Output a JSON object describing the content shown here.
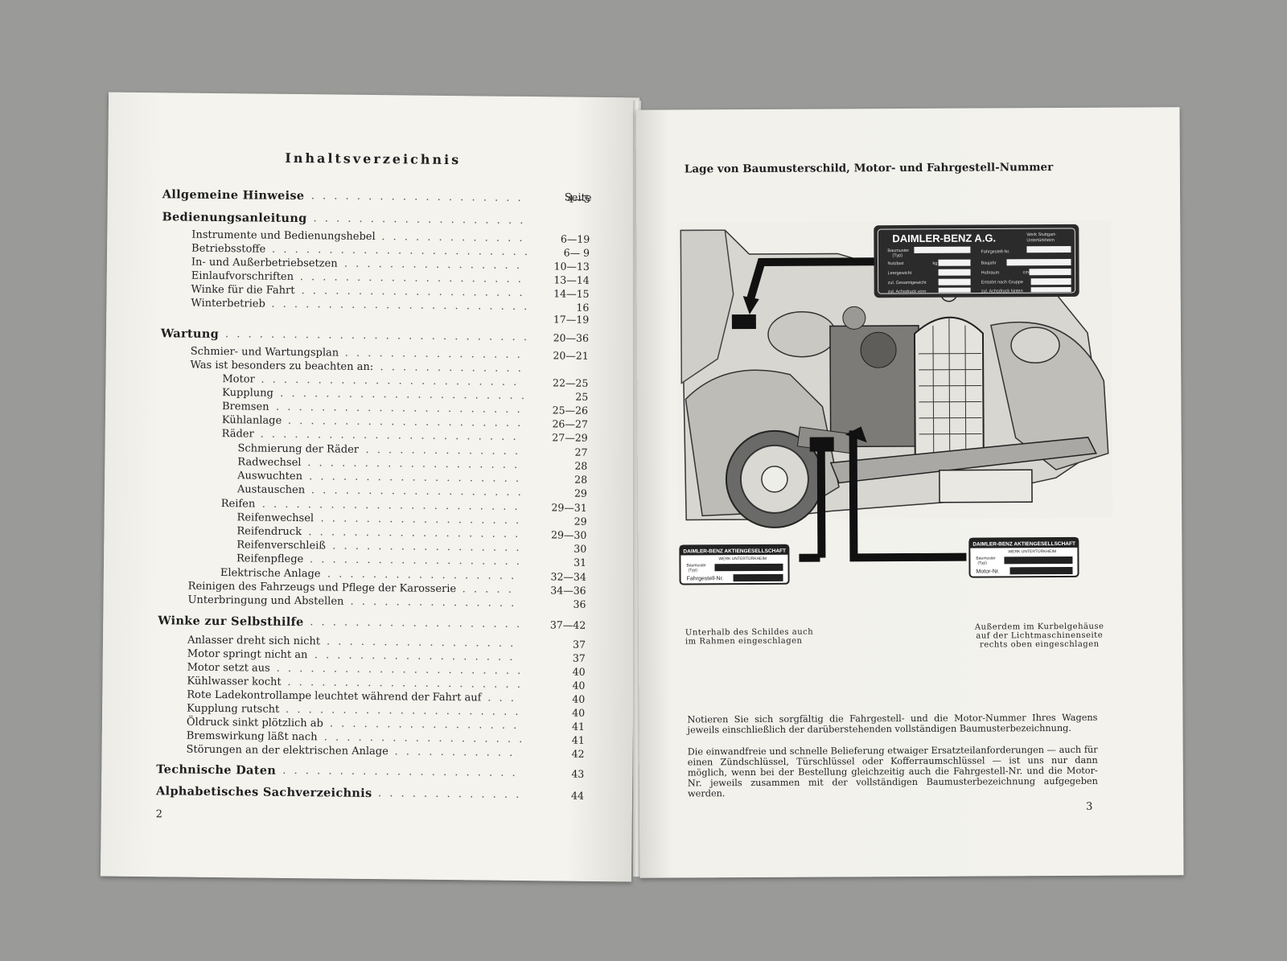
{
  "left_page": {
    "title": "Inhaltsverzeichnis",
    "seite_label": "Seite",
    "page_number": "2",
    "entries": [
      {
        "label": "Allgemeine Hinweise",
        "page": "4—5"
      },
      {
        "label": "Bedienungsanleitung",
        "page": ""
      },
      {
        "label": "Instrumente und Bedienungshebel",
        "page": "6—19"
      },
      {
        "label": "Betriebsstoffe",
        "page": "6— 9"
      },
      {
        "label": "In- und Außerbetriebsetzen",
        "page": "10—13"
      },
      {
        "label": "Einlaufvorschriften",
        "page": "13—14"
      },
      {
        "label": "Winke für die Fahrt",
        "page": "14—15"
      },
      {
        "label": "Winterbetrieb",
        "page": "16"
      },
      {
        "label": "",
        "page": "17—19"
      },
      {
        "label": "Wartung",
        "page": "20—36"
      },
      {
        "label": "Schmier- und Wartungsplan",
        "page": "20—21"
      },
      {
        "label": "Was ist besonders zu beachten an:",
        "page": ""
      },
      {
        "label": "Motor",
        "page": "22—25"
      },
      {
        "label": "Kupplung",
        "page": "25"
      },
      {
        "label": "Bremsen",
        "page": "25—26"
      },
      {
        "label": "Kühlanlage",
        "page": "26—27"
      },
      {
        "label": "Räder",
        "page": "27—29"
      },
      {
        "label": "Schmierung der Räder",
        "page": "27"
      },
      {
        "label": "Radwechsel",
        "page": "28"
      },
      {
        "label": "Auswuchten",
        "page": "28"
      },
      {
        "label": "Austauschen",
        "page": "29"
      },
      {
        "label": "Reifen",
        "page": "29—31"
      },
      {
        "label": "Reifenwechsel",
        "page": "29"
      },
      {
        "label": "Reifendruck",
        "page": "29—30"
      },
      {
        "label": "Reifenverschleiß",
        "page": "30"
      },
      {
        "label": "Reifenpflege",
        "page": "31"
      },
      {
        "label": "Elektrische Anlage",
        "page": "32—34"
      },
      {
        "label": "Reinigen des Fahrzeugs und Pflege der Karosserie",
        "page": "34—36"
      },
      {
        "label": "Unterbringung und Abstellen",
        "page": "36"
      },
      {
        "label": "Winke zur Selbsthilfe",
        "page": "37—42"
      },
      {
        "label": "Anlasser dreht sich nicht",
        "page": "37"
      },
      {
        "label": "Motor springt nicht an",
        "page": "37"
      },
      {
        "label": "Motor setzt aus",
        "page": "40"
      },
      {
        "label": "Kühlwasser kocht",
        "page": "40"
      },
      {
        "label": "Rote Ladekontrollampe leuchtet während der Fahrt auf",
        "page": "40"
      },
      {
        "label": "Kupplung rutscht",
        "page": "40"
      },
      {
        "label": "Öldruck sinkt plötzlich ab",
        "page": "41"
      },
      {
        "label": "Bremswirkung läßt nach",
        "page": "41"
      },
      {
        "label": "Störungen an der elektrischen Anlage",
        "page": "42"
      },
      {
        "label": "Technische Daten",
        "page": "43"
      },
      {
        "label": "Alphabetisches Sachverzeichnis",
        "page": "44"
      }
    ]
  },
  "right_page": {
    "title": "Lage von Baumusterschild, Motor- und Fahrgestell-Nummer",
    "page_number": "3",
    "plate_main": {
      "brand": "DAIMLER-BENZ A.G.",
      "werk": "Werk Stuttgart-",
      "werk2": "Untertürkheim",
      "baumuster": "Baumuster",
      "typ": "(Typ)",
      "fahrgestell": "Fahrgestell-Nr.",
      "nutzlast": "Nutzlast",
      "kg": "kg",
      "baujahr": "Baujahr",
      "leergewicht": "Leergewicht",
      "hubraum": "Hubraum",
      "cm3": "cm³",
      "gesamtgewicht": "zul. Gesamtgewicht",
      "entstoert": "Entstört nach Gruppe",
      "achsdruck_vorn": "zul. Achsdruck vorn",
      "achsdruck_hinten": "zul. Achsdruck hinten"
    },
    "plate_left": {
      "brand": "DAIMLER-BENZ AKTIENGESELLSCHAFT",
      "werk": "WERK UNTERTÜRKHEIM",
      "baumuster": "Baumuster",
      "typ": "(Typ)",
      "field": "Fahrgestell-Nr."
    },
    "plate_right": {
      "brand": "DAIMLER-BENZ AKTIENGESELLSCHAFT",
      "werk": "WERK UNTERTÜRKHEIM",
      "baumuster": "Baumuster",
      "typ": "(Typ)",
      "field": "Motor-Nr."
    },
    "caption_left": [
      "Unterhalb des Schildes auch",
      "im Rahmen eingeschlagen"
    ],
    "caption_right": [
      "Außerdem im Kurbelgehäuse",
      "auf der Lichtmaschinenseite",
      "rechts oben eingeschlagen"
    ],
    "paragraph1": "Notieren Sie sich sorgfältig die Fahrgestell- und die Motor-Nummer Ihres Wagens jeweils einschließlich der darüberstehenden vollständigen Baumusterbezeichnung.",
    "paragraph2": "Die einwandfreie und schnelle Belieferung etwaiger Ersatzteilanforderungen — auch für einen Zündschlüssel, Türschlüssel oder Kofferraumschlüssel — ist uns nur dann möglich, wenn bei der Bestellung gleichzeitig auch die Fahrgestell-Nr. und die Motor-Nr. jeweils zusammen mit der vollständigen Baumusterbezeichnung aufgegeben werden."
  }
}
